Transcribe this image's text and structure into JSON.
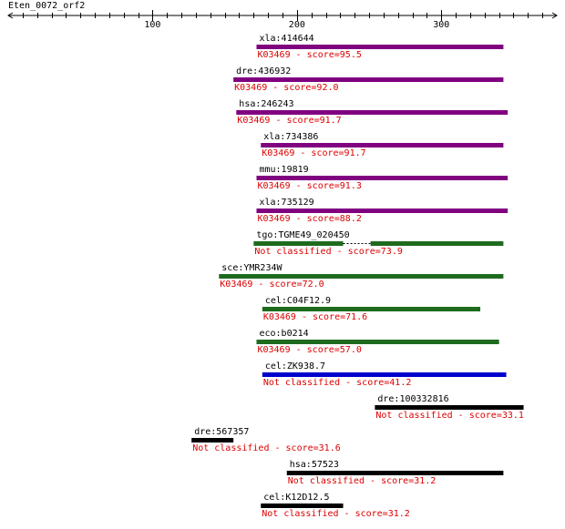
{
  "query": "Eten_0072_orf2",
  "axis": {
    "min": 0,
    "max": 380,
    "ticks": [
      100,
      200,
      300
    ]
  },
  "colors": {
    "purple": "#800080",
    "green": "#1e6b1e",
    "blue": "#0000cc",
    "black": "#000000",
    "score_text": "#dd0000",
    "name_text": "#000000",
    "dotted": "#000000"
  },
  "hits": [
    {
      "name": "xla:414644",
      "score_label": "K03469 - score=95.5",
      "color": "purple",
      "segments": [
        [
          172,
          343
        ]
      ]
    },
    {
      "name": "dre:436932",
      "score_label": "K03469 - score=92.0",
      "color": "purple",
      "segments": [
        [
          156,
          343
        ]
      ]
    },
    {
      "name": "hsa:246243",
      "score_label": "K03469 - score=91.7",
      "color": "purple",
      "segments": [
        [
          158,
          346
        ]
      ]
    },
    {
      "name": "xla:734386",
      "score_label": "K03469 - score=91.7",
      "color": "purple",
      "segments": [
        [
          175,
          343
        ]
      ]
    },
    {
      "name": "mmu:19819",
      "score_label": "K03469 - score=91.3",
      "color": "purple",
      "segments": [
        [
          172,
          346
        ]
      ]
    },
    {
      "name": "xla:735129",
      "score_label": "K03469 - score=88.2",
      "color": "purple",
      "segments": [
        [
          172,
          346
        ]
      ]
    },
    {
      "name": "tgo:TGME49_020450",
      "score_label": "Not classified - score=73.9",
      "color": "green",
      "segments": [
        [
          170,
          232
        ],
        [
          251,
          343
        ]
      ]
    },
    {
      "name": "sce:YMR234W",
      "score_label": "K03469 - score=72.0",
      "color": "green",
      "segments": [
        [
          146,
          343
        ]
      ]
    },
    {
      "name": "cel:C04F12.9",
      "score_label": "K03469 - score=71.6",
      "color": "green",
      "segments": [
        [
          176,
          327
        ]
      ]
    },
    {
      "name": "eco:b0214",
      "score_label": "K03469 - score=57.0",
      "color": "green",
      "segments": [
        [
          172,
          340
        ]
      ]
    },
    {
      "name": "cel:ZK938.7",
      "score_label": "Not classified - score=41.2",
      "color": "blue",
      "segments": [
        [
          176,
          345
        ]
      ]
    },
    {
      "name": "dre:100332816",
      "score_label": "Not classified - score=33.1",
      "color": "black",
      "segments": [
        [
          254,
          357
        ]
      ]
    },
    {
      "name": "dre:567357",
      "score_label": "Not classified - score=31.6",
      "color": "black",
      "segments": [
        [
          127,
          156
        ]
      ]
    },
    {
      "name": "hsa:57523",
      "score_label": "Not classified - score=31.2",
      "color": "black",
      "segments": [
        [
          193,
          343
        ]
      ]
    },
    {
      "name": "cel:K12D12.5",
      "score_label": "Not classified - score=31.2",
      "color": "black",
      "segments": [
        [
          175,
          232
        ]
      ]
    }
  ]
}
